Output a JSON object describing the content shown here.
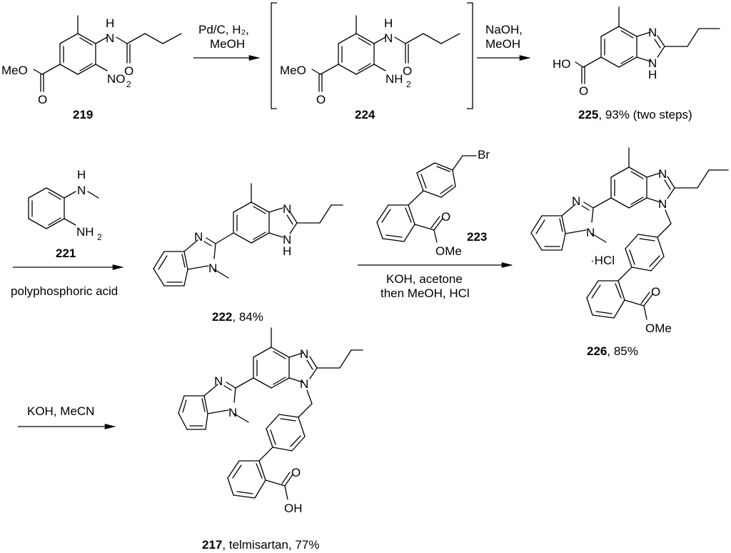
{
  "scheme": {
    "title": "Synthesis of telmisartan",
    "compounds": [
      {
        "id": "219",
        "label_number": "219",
        "label_suffix": "",
        "atoms": {
          "ester": "MeO",
          "carbonyl_o": "O",
          "nh": "H",
          "n": "N",
          "amide_o": "O",
          "nitro": "NO",
          "nitro_sub": "2"
        }
      },
      {
        "id": "224",
        "label_number": "224",
        "label_suffix": "",
        "bracketed": true,
        "atoms": {
          "ester": "MeO",
          "carbonyl_o": "O",
          "nh": "H",
          "n": "N",
          "amide_o": "O",
          "amine": "NH",
          "amine_sub": "2"
        }
      },
      {
        "id": "225",
        "label_number": "225",
        "label_suffix": ", 93% (two steps)",
        "atoms": {
          "acid": "HO",
          "carbonyl_o": "O",
          "n1": "N",
          "n2": "N",
          "h": "H"
        }
      },
      {
        "id": "221",
        "label_number": "221",
        "label_suffix": "",
        "atoms": {
          "h": "H",
          "n": "N",
          "amine": "NH",
          "amine_sub": "2"
        }
      },
      {
        "id": "222",
        "label_number": "222",
        "label_suffix": ", 84%",
        "atoms": {
          "n_a": "N",
          "n_b": "N",
          "n_c": "N",
          "n_d": "N",
          "h": "H"
        }
      },
      {
        "id": "223",
        "label_number": "223",
        "label_suffix": "",
        "atoms": {
          "br": "Br",
          "o": "O",
          "ome": "OMe"
        }
      },
      {
        "id": "226",
        "label_number": "226",
        "label_suffix": ", 85%",
        "salt": "·HCl",
        "atoms": {
          "n_a": "N",
          "n_b": "N",
          "n_c": "N",
          "n_d": "N",
          "o": "O",
          "ome": "OMe"
        }
      },
      {
        "id": "217",
        "label_number": "217",
        "label_suffix": ", telmisartan, 77%",
        "atoms": {
          "n_a": "N",
          "n_b": "N",
          "n_c": "N",
          "n_d": "N",
          "o": "O",
          "oh": "OH"
        }
      }
    ],
    "steps": [
      {
        "id": "step1",
        "conditions_above": [
          "Pd/C, H₂,",
          "MeOH"
        ],
        "conditions_below": []
      },
      {
        "id": "step2",
        "conditions_above": [
          "NaOH,",
          "MeOH"
        ],
        "conditions_below": []
      },
      {
        "id": "step3",
        "conditions_above": [],
        "conditions_below": [
          "polyphosphoric acid"
        ]
      },
      {
        "id": "step4",
        "conditions_above": [],
        "conditions_below": [
          "KOH, acetone",
          "then MeOH, HCl"
        ]
      },
      {
        "id": "step5",
        "conditions_above": [
          "KOH, MeCN"
        ],
        "conditions_below": []
      }
    ]
  }
}
